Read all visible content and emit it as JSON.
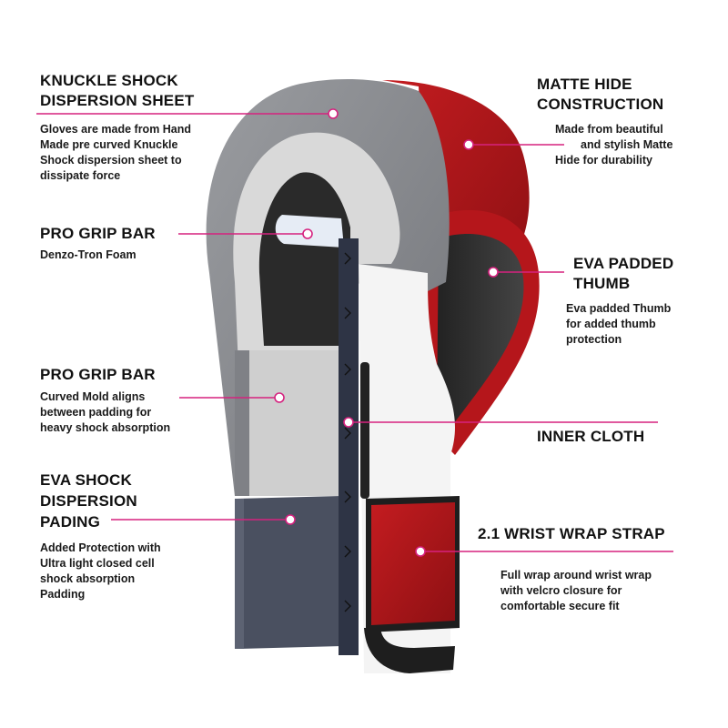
{
  "accent_color": "#d6227f",
  "callouts": [
    {
      "id": "knuckle",
      "title": "KNUCKLE SHOCK\nDISPERSION SHEET",
      "title_lines": [
        "KNUCKLE SHOCK",
        "DISPERSION SHEET"
      ],
      "description_lines": [
        "Gloves are made from Hand",
        "Made pre curved Knuckle",
        "Shock dispersion sheet to",
        "dissipate force"
      ]
    },
    {
      "id": "matte",
      "title_lines": [
        "MATTE HIDE",
        "CONSTRUCTION"
      ],
      "description_lines": [
        "Made from beautiful",
        "and stylish Matte",
        "Hide for durability"
      ]
    },
    {
      "id": "grip1",
      "title_lines": [
        "PRO GRIP BAR"
      ],
      "description_lines": [
        "Denzo-Tron Foam"
      ]
    },
    {
      "id": "thumb",
      "title_lines": [
        "EVA PADDED",
        "THUMB"
      ],
      "description_lines": [
        "Eva padded Thumb",
        "for added thumb",
        "protection"
      ]
    },
    {
      "id": "grip2",
      "title_lines": [
        "PRO GRIP BAR"
      ],
      "description_lines": [
        "Curved Mold aligns",
        "between padding for",
        "heavy shock absorption"
      ]
    },
    {
      "id": "inner",
      "title_lines": [
        "INNER CLOTH"
      ],
      "description_lines": []
    },
    {
      "id": "eva",
      "title_lines": [
        "EVA SHOCK",
        "DISPERSION",
        "PADING"
      ],
      "description_lines": [
        "Added Protection with",
        "Ultra light closed cell",
        "shock absorption",
        "Padding"
      ]
    },
    {
      "id": "wrist",
      "title_lines": [
        "2.1 WRIST WRAP STRAP"
      ],
      "description_lines": [
        "Full wrap around wrist wrap",
        "with velcro closure for",
        "comfortable secure fit"
      ]
    }
  ],
  "colors": {
    "gray_shell": "#8a8c90",
    "light_foam": "#d9d9d9",
    "black_foam": "#2a2a2a",
    "red_leather": "#b5161b",
    "navy_cloth": "#2e3445",
    "slate_pad": "#4a5060",
    "white_leather": "#f4f4f4"
  }
}
